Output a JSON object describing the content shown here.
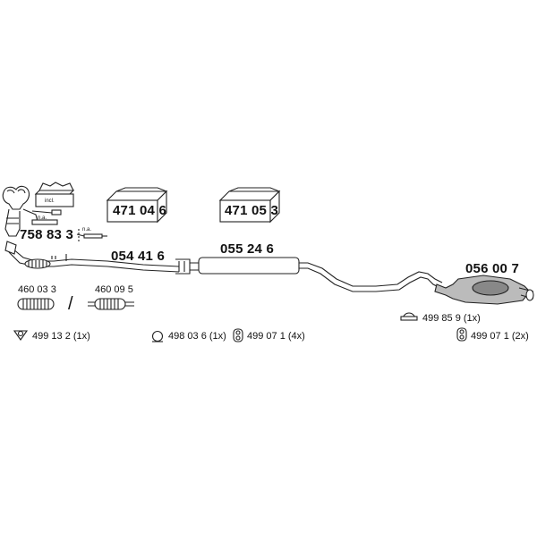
{
  "parts": {
    "manifold_part": "758 83 3",
    "manifold_box_note": "incl.",
    "manifold_note": "n.a.",
    "sensor_note": "n.a.",
    "front_pipe": "054 41 6",
    "middle_silencer": "055 24 6",
    "rear_silencer": "056 00 7",
    "box_left": "471 04 6",
    "box_right": "471 05 3",
    "flex_1": "460 03 3",
    "flex_separator": "/",
    "flex_2": "460 09 5"
  },
  "accessories": {
    "gasket": "499 13 2 (1x)",
    "clamp_ring": "498 03 6 (1x)",
    "rubber_mount_mid": "499 07 1 (4x)",
    "rubber_hanger": "499 85 9 (1x)",
    "rubber_mount_rear": "499 07 1 (2x)"
  },
  "icons": {
    "gasket": "triangle-gasket-icon",
    "clamp": "clamp-ring-icon",
    "rubber_mount": "rubber-mount-icon",
    "hanger": "rubber-hanger-icon"
  }
}
